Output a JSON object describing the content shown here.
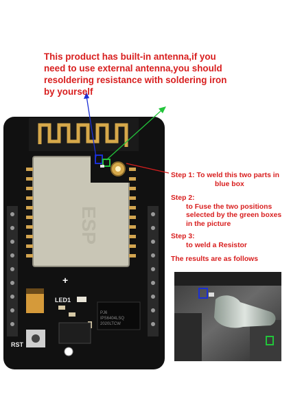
{
  "notice": {
    "text": "This product has built-in antenna,if you\nneed to use external antenna,you should\nresoldering resistance with soldering iron\nby yourself"
  },
  "steps": [
    {
      "title": "Step 1: To weld this two parts in",
      "detail": "blue box"
    },
    {
      "title": "Step 2:",
      "detail": "to Fuse the two positions selected by the green boxes in the picture"
    },
    {
      "title": "Step 3:",
      "detail": "to weld a Resistor"
    }
  ],
  "results_label": "The results are as follows",
  "board": {
    "led_label": "LED1",
    "rst_label": "RST",
    "chip_label_1": "PJ6",
    "chip_label_2": "IPS6404LSQ",
    "chip_label_3": "2020LTCW",
    "plus_label": "+"
  },
  "colors": {
    "annotation_text": "#d81e1e",
    "arrow_blue": "#1a2fd6",
    "arrow_green": "#22c43a",
    "pcb": "#111111",
    "shield": "#c9c6b6",
    "antenna": "#d6a84a"
  }
}
